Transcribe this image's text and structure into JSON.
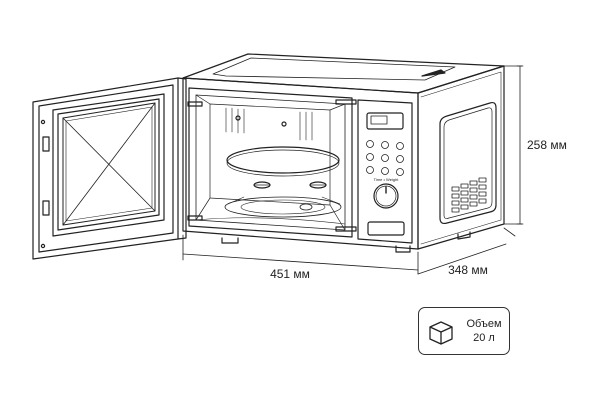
{
  "dimensions": {
    "width": "451 мм",
    "depth": "348 мм",
    "height": "258 мм"
  },
  "volume": {
    "label": "Объем",
    "value": "20 л",
    "icon": "cube-icon"
  },
  "control_panel": {
    "knob_label": "Time • Weight"
  }
}
